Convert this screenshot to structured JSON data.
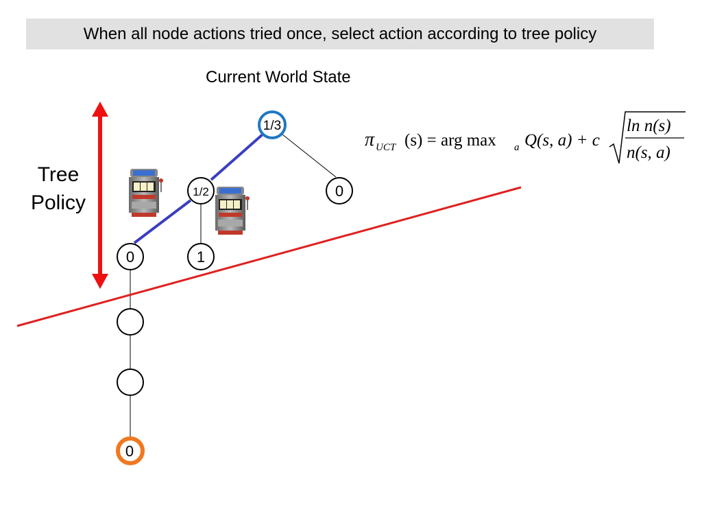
{
  "slide": {
    "title": "When all node actions tried once, select action according to tree policy",
    "root_caption": "Current World State",
    "tree_policy_label": {
      "line1": "Tree",
      "line2": "Policy"
    }
  },
  "nodes": {
    "root": "1/3",
    "left_child": "1/2",
    "right_child": "0",
    "left_left": "0",
    "left_right": "1",
    "chain_1": "",
    "chain_2": "",
    "selected_leaf": "0"
  },
  "formula": {
    "pi": "π",
    "subscript": "UCT",
    "lhs_arg": "(s) = arg max",
    "argmax_sub": "a",
    "q_term": "Q(s, a) + c",
    "numerator": "ln n(s)",
    "denominator": "n(s, a)"
  },
  "colors": {
    "banner": "#e1e1e1",
    "selected_path": "#3a3fbf",
    "root_ring": "#1f78c1",
    "selected_leaf_ring": "#f07820",
    "boundary_line": "#e02020",
    "arrow": "#ee1111"
  },
  "icons": [
    "slot-machine-icon",
    "slot-machine-icon"
  ]
}
